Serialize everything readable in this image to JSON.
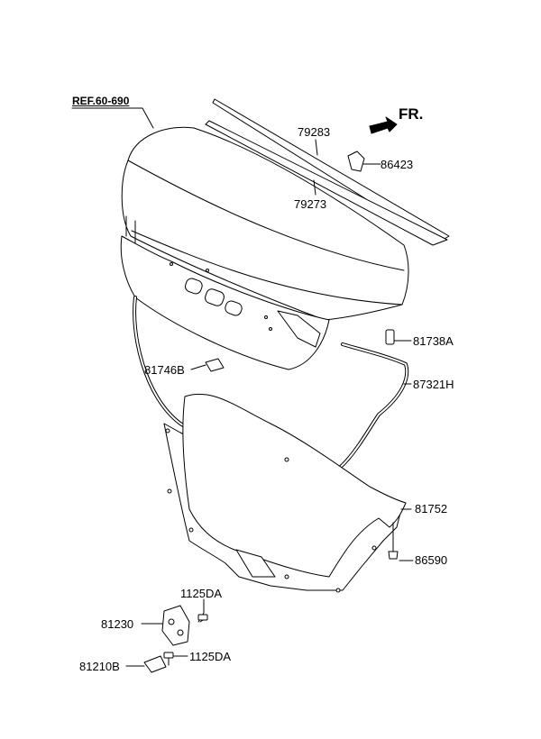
{
  "diagram": {
    "ref_label": "REF.60-690",
    "direction_label": "FR.",
    "parts": [
      {
        "number": "79283"
      },
      {
        "number": "86423"
      },
      {
        "number": "79273"
      },
      {
        "number": "81738A"
      },
      {
        "number": "81746B"
      },
      {
        "number": "87321H"
      },
      {
        "number": "81752"
      },
      {
        "number": "86590"
      },
      {
        "number": "1125DA"
      },
      {
        "number": "81230"
      },
      {
        "number": "81210B"
      },
      {
        "number": "1125DA"
      }
    ]
  }
}
